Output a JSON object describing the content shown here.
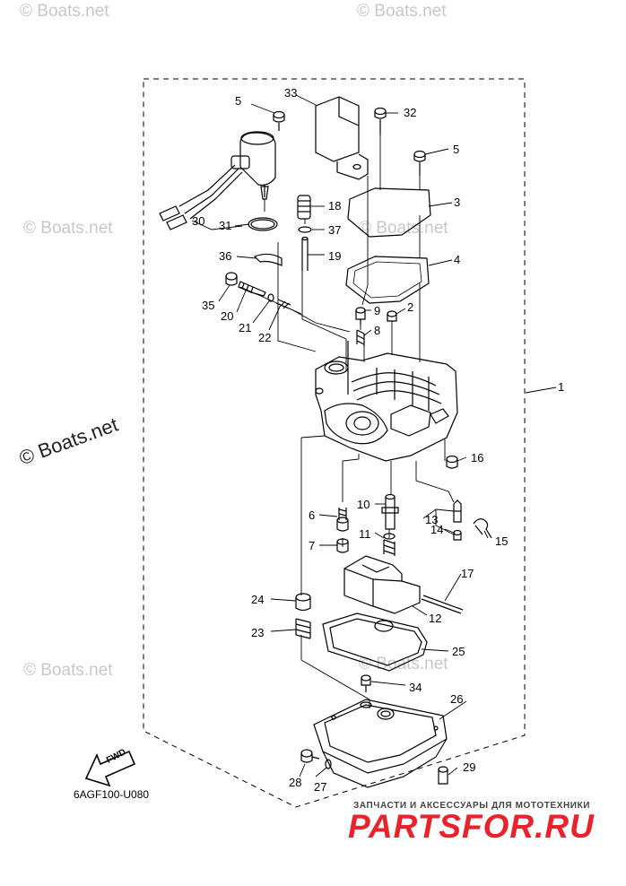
{
  "watermark": "© Boats.net",
  "diagram_code": "6AGF100-U080",
  "fwd_label": "FWD",
  "shop": {
    "tagline": "ЗАПЧАСТИ И АКСЕССУАРЫ ДЛЯ МОТОТЕХНИКИ",
    "logo": "PARTSFOR.RU"
  },
  "callouts": {
    "c1": "1",
    "c2": "2",
    "c3": "3",
    "c4": "4",
    "c5a": "5",
    "c5b": "5",
    "c6": "6",
    "c7": "7",
    "c8": "8",
    "c9": "9",
    "c10": "10",
    "c11": "11",
    "c12": "12",
    "c13": "13",
    "c14": "14",
    "c15": "15",
    "c16": "16",
    "c17": "17",
    "c18": "18",
    "c19": "19",
    "c20": "20",
    "c21": "21",
    "c22": "22",
    "c23": "23",
    "c24": "24",
    "c25": "25",
    "c26": "26",
    "c27": "27",
    "c28": "28",
    "c29": "29",
    "c30": "30",
    "c31": "31",
    "c32": "32",
    "c33": "33",
    "c34": "34",
    "c35": "35",
    "c36": "36",
    "c37": "37"
  }
}
